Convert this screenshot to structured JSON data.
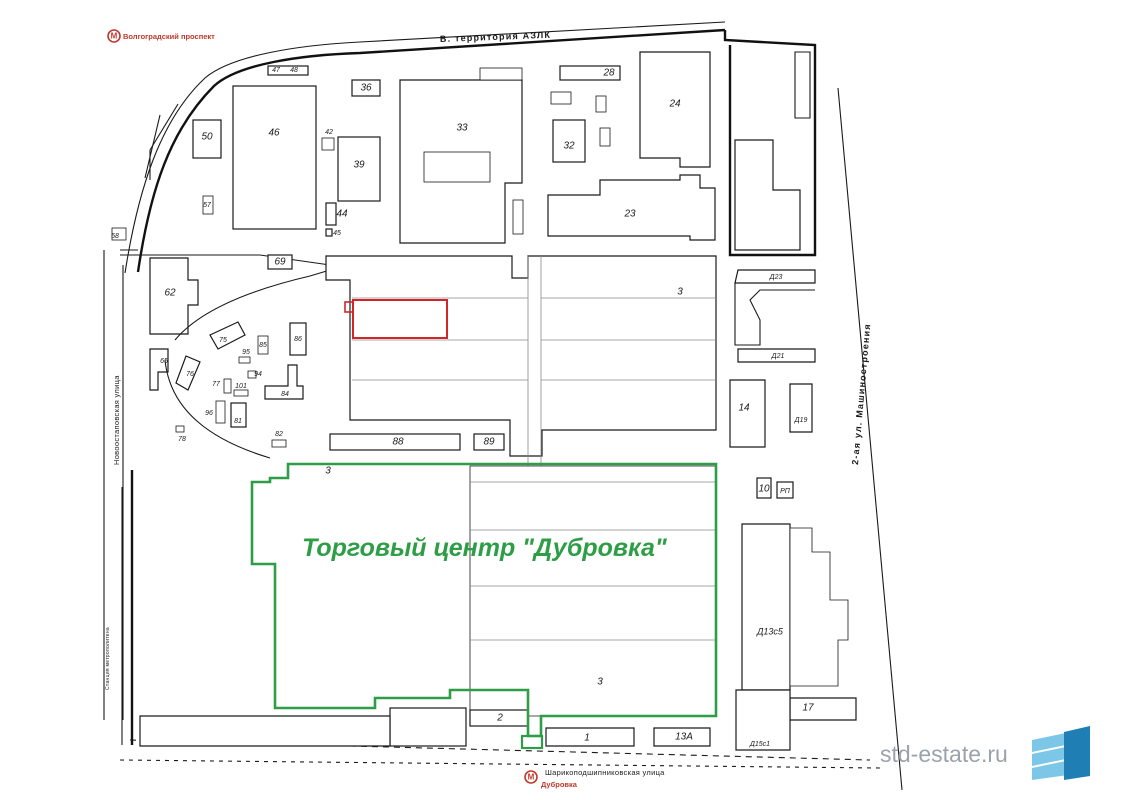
{
  "map": {
    "metro_top": "Волгоградский проспект",
    "metro_bottom": "Дубровка",
    "metro_symbol": "М",
    "street_top": "В. территория АЗЛК",
    "street_left": "Новоостаповская улица",
    "street_left_small": "Станция метрополитена",
    "street_bottom": "Шарикоподшипниковская улица",
    "street_right": "2-ая ул. Машиностроения",
    "tc_label": "Торговый центр \"Дубровка\"",
    "highlight_color": "#d0262a",
    "tc_color": "#2e9e46",
    "buildings": {
      "b47": "47",
      "b48": "48",
      "b36": "36",
      "b28": "28",
      "b24": "24",
      "b50": "50",
      "b46": "46",
      "b33": "33",
      "b32": "32",
      "b42": "42",
      "b39": "39",
      "b57": "57",
      "b44": "44",
      "b45": "45",
      "b23": "23",
      "b58": "58",
      "b69": "69",
      "b62": "62",
      "b3a": "3",
      "bD23": "Д23",
      "b75": "75",
      "b85": "85",
      "b86": "86",
      "b65": "65",
      "b95": "95",
      "b94": "94",
      "b76": "76",
      "b77": "77",
      "b101": "101",
      "b84": "84",
      "bD21": "Д21",
      "b14": "14",
      "bD19": "Д19",
      "b96": "96",
      "b81": "81",
      "b78": "78",
      "b82": "82",
      "b88": "88",
      "b89": "89",
      "b3b": "3",
      "b10": "10",
      "bRP": "РП",
      "bD13c5": "Д13с5",
      "b3c": "3",
      "b17": "17",
      "b2": "2",
      "b1": "1",
      "b13A": "13А",
      "bD15c1": "Д15с1"
    }
  },
  "watermark": {
    "text": "std-estate.ru",
    "logo_color_dark": "#1f7fb4",
    "logo_color_light": "#7cc6e8"
  }
}
